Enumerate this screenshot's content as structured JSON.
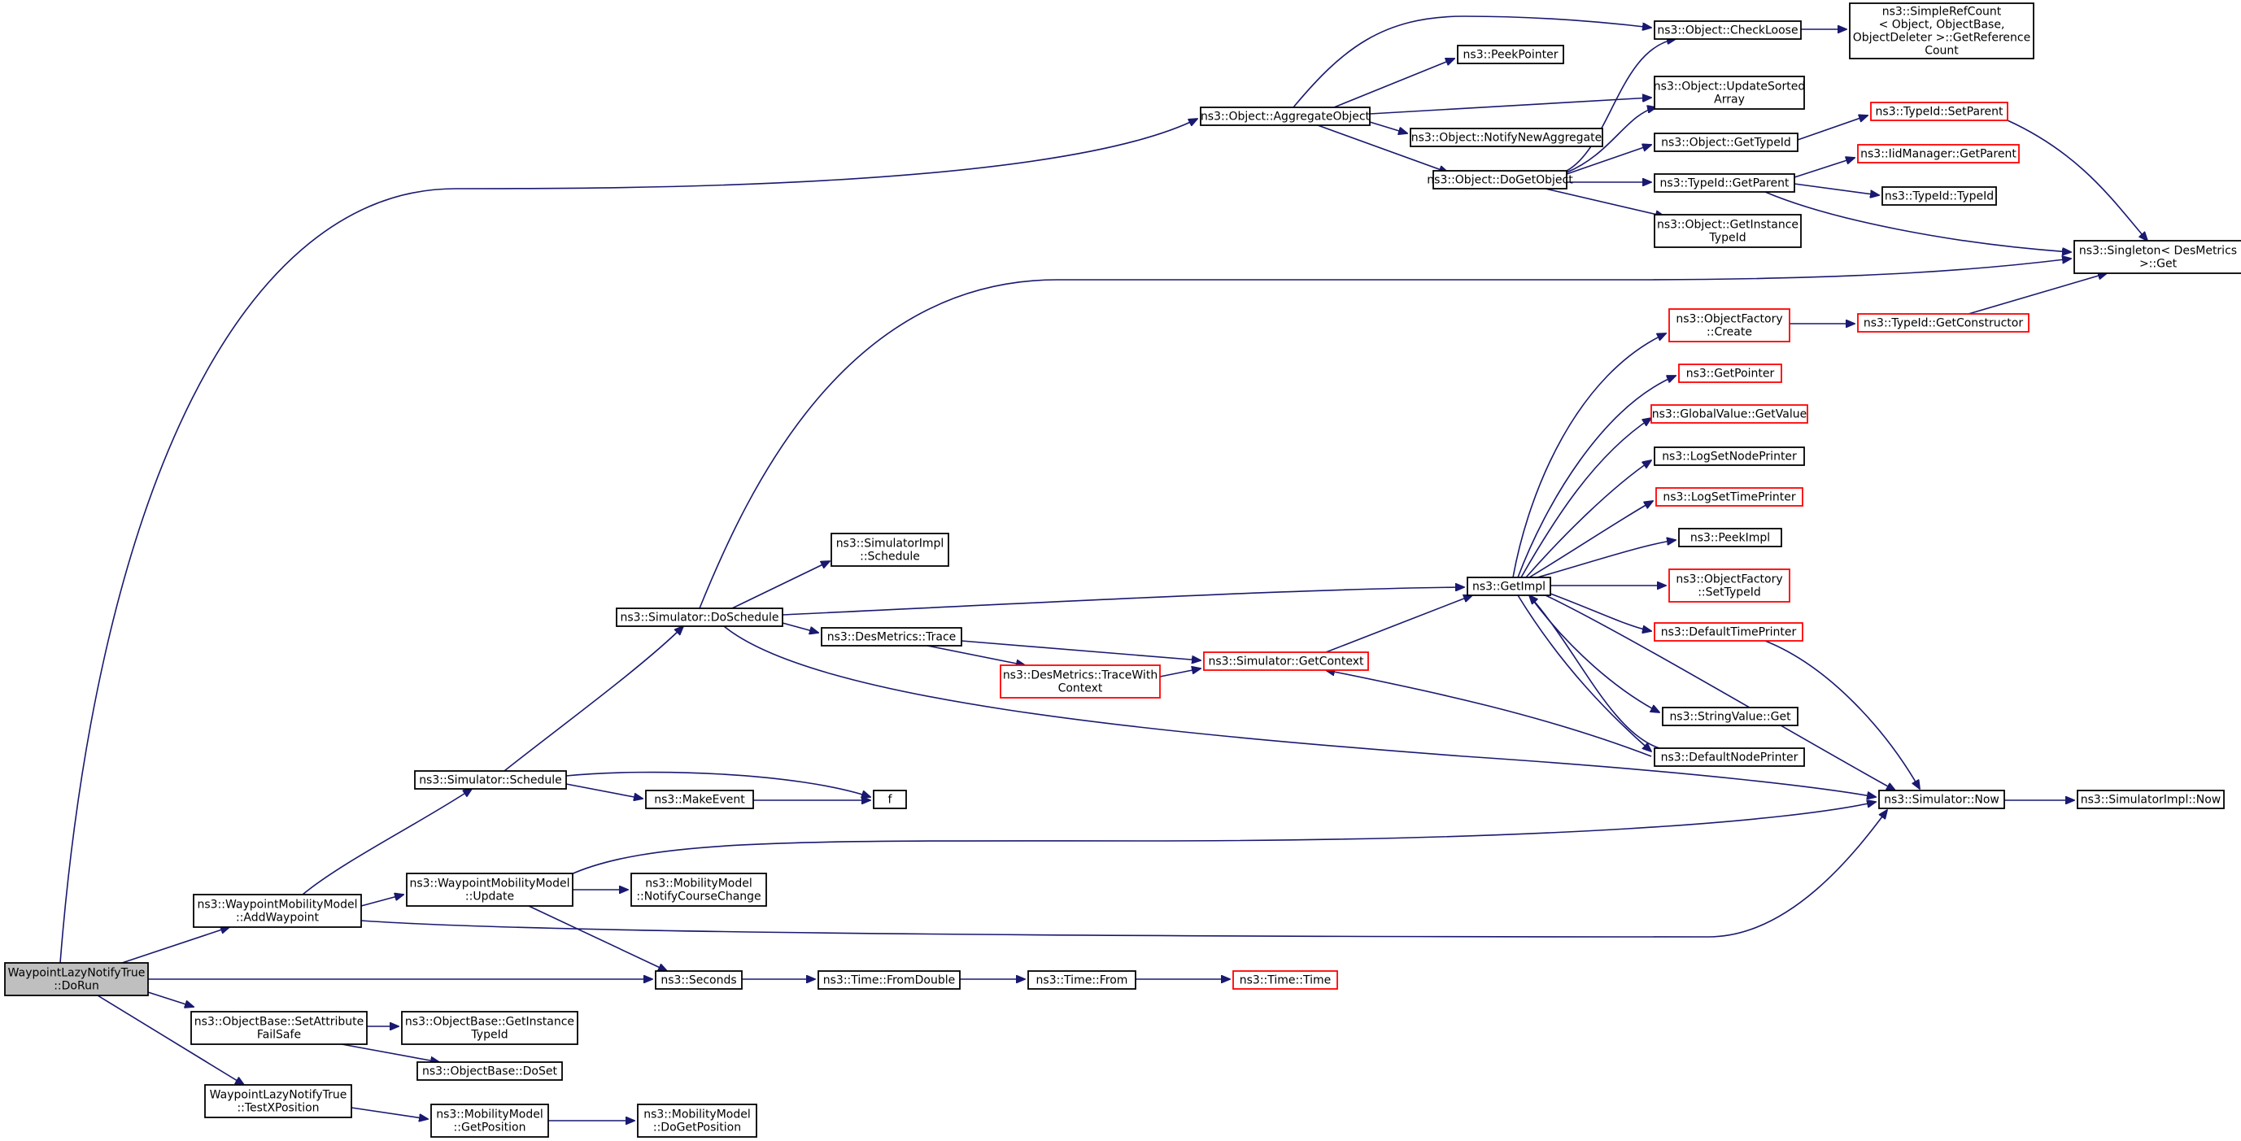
{
  "graph": {
    "type": "doxygen-call-graph",
    "root": "root",
    "colors": {
      "edge": "#191970",
      "normal_border": "#000000",
      "truncated_border": "#ff0000",
      "root_fill": "#bfbfbf"
    },
    "nodes": [
      {
        "id": "root",
        "name": "function-doruN",
        "lines": [
          "WaypointLazyNotifyTrue",
          "::DoRun"
        ],
        "style": "root"
      },
      {
        "id": "addWaypoint",
        "lines": [
          "ns3::WaypointMobilityModel",
          "::AddWaypoint"
        ],
        "style": "normal"
      },
      {
        "id": "setAttrFailSafe",
        "lines": [
          "ns3::ObjectBase::SetAttribute",
          "FailSafe"
        ],
        "style": "normal"
      },
      {
        "id": "testXPosition",
        "lines": [
          "WaypointLazyNotifyTrue",
          "::TestXPosition"
        ],
        "style": "normal"
      },
      {
        "id": "seconds",
        "lines": [
          "ns3::Seconds"
        ],
        "style": "normal"
      },
      {
        "id": "aggregateObject",
        "lines": [
          "ns3::Object::AggregateObject"
        ],
        "style": "normal"
      },
      {
        "id": "simSchedule",
        "lines": [
          "ns3::Simulator::Schedule"
        ],
        "style": "normal"
      },
      {
        "id": "wmmUpdate",
        "lines": [
          "ns3::WaypointMobilityModel",
          "::Update"
        ],
        "style": "normal"
      },
      {
        "id": "simNow",
        "lines": [
          "ns3::Simulator::Now"
        ],
        "style": "normal"
      },
      {
        "id": "objBaseGetInstanceTypeId",
        "lines": [
          "ns3::ObjectBase::GetInstance",
          "TypeId"
        ],
        "style": "normal"
      },
      {
        "id": "objBaseDoSet",
        "lines": [
          "ns3::ObjectBase::DoSet"
        ],
        "style": "normal"
      },
      {
        "id": "mmGetPosition",
        "lines": [
          "ns3::MobilityModel",
          "::GetPosition"
        ],
        "style": "normal"
      },
      {
        "id": "mmDoGetPosition",
        "lines": [
          "ns3::MobilityModel",
          "::DoGetPosition"
        ],
        "style": "normal"
      },
      {
        "id": "timeFromDouble",
        "lines": [
          "ns3::Time::FromDouble"
        ],
        "style": "normal"
      },
      {
        "id": "timeFrom",
        "lines": [
          "ns3::Time::From"
        ],
        "style": "normal"
      },
      {
        "id": "timeTime",
        "lines": [
          "ns3::Time::Time"
        ],
        "style": "truncated"
      },
      {
        "id": "mmNotifyCourseChange",
        "lines": [
          "ns3::MobilityModel",
          "::NotifyCourseChange"
        ],
        "style": "normal"
      },
      {
        "id": "simDoSchedule",
        "lines": [
          "ns3::Simulator::DoSchedule"
        ],
        "style": "normal"
      },
      {
        "id": "makeEvent",
        "lines": [
          "ns3::MakeEvent"
        ],
        "style": "normal"
      },
      {
        "id": "f",
        "lines": [
          "f"
        ],
        "style": "normal"
      },
      {
        "id": "simImplSchedule",
        "lines": [
          "ns3::SimulatorImpl",
          "::Schedule"
        ],
        "style": "normal"
      },
      {
        "id": "desMetricsTrace",
        "lines": [
          "ns3::DesMetrics::Trace"
        ],
        "style": "normal"
      },
      {
        "id": "desMetricsTraceWithContext",
        "lines": [
          "ns3::DesMetrics::TraceWith",
          "Context"
        ],
        "style": "truncated"
      },
      {
        "id": "simGetContext",
        "lines": [
          "ns3::Simulator::GetContext"
        ],
        "style": "truncated"
      },
      {
        "id": "getImpl",
        "lines": [
          "ns3::GetImpl"
        ],
        "style": "normal"
      },
      {
        "id": "singletonGet",
        "lines": [
          "ns3::Singleton< DesMetrics",
          " >::Get"
        ],
        "style": "normal"
      },
      {
        "id": "simImplNow",
        "lines": [
          "ns3::SimulatorImpl::Now"
        ],
        "style": "normal"
      },
      {
        "id": "objCheckLoose",
        "lines": [
          "ns3::Object::CheckLoose"
        ],
        "style": "normal"
      },
      {
        "id": "peekPointer",
        "lines": [
          "ns3::PeekPointer"
        ],
        "style": "normal"
      },
      {
        "id": "objUpdateSortedArray",
        "lines": [
          "ns3::Object::UpdateSorted",
          "Array"
        ],
        "style": "normal"
      },
      {
        "id": "objNotifyNewAggregate",
        "lines": [
          "ns3::Object::NotifyNewAggregate"
        ],
        "style": "normal"
      },
      {
        "id": "objDoGetObject",
        "lines": [
          "ns3::Object::DoGetObject"
        ],
        "style": "normal"
      },
      {
        "id": "simpleRefCount",
        "lines": [
          "ns3::SimpleRefCount",
          "< Object, ObjectBase,",
          "ObjectDeleter >::GetReference",
          "Count"
        ],
        "style": "normal"
      },
      {
        "id": "objGetTypeId",
        "lines": [
          "ns3::Object::GetTypeId"
        ],
        "style": "normal"
      },
      {
        "id": "typeIdGetParent",
        "lines": [
          "ns3::TypeId::GetParent"
        ],
        "style": "normal"
      },
      {
        "id": "objGetInstanceTypeId",
        "lines": [
          "ns3::Object::GetInstance",
          "TypeId"
        ],
        "style": "normal"
      },
      {
        "id": "typeIdSetParent",
        "lines": [
          "ns3::TypeId::SetParent"
        ],
        "style": "truncated"
      },
      {
        "id": "iidGetParent",
        "lines": [
          "ns3::IidManager::GetParent"
        ],
        "style": "truncated"
      },
      {
        "id": "typeIdTypeId",
        "lines": [
          "ns3::TypeId::TypeId"
        ],
        "style": "normal"
      },
      {
        "id": "objFactoryCreate",
        "lines": [
          "ns3::ObjectFactory",
          "::Create"
        ],
        "style": "truncated"
      },
      {
        "id": "typeIdGetConstructor",
        "lines": [
          "ns3::TypeId::GetConstructor"
        ],
        "style": "truncated"
      },
      {
        "id": "getPointer",
        "lines": [
          "ns3::GetPointer"
        ],
        "style": "truncated"
      },
      {
        "id": "globalValueGetValue",
        "lines": [
          "ns3::GlobalValue::GetValue"
        ],
        "style": "truncated"
      },
      {
        "id": "logSetNodePrinter",
        "lines": [
          "ns3::LogSetNodePrinter"
        ],
        "style": "normal"
      },
      {
        "id": "logSetTimePrinter",
        "lines": [
          "ns3::LogSetTimePrinter"
        ],
        "style": "truncated"
      },
      {
        "id": "peekImpl",
        "lines": [
          "ns3::PeekImpl"
        ],
        "style": "normal"
      },
      {
        "id": "objFactorySetTypeId",
        "lines": [
          "ns3::ObjectFactory",
          "::SetTypeId"
        ],
        "style": "truncated"
      },
      {
        "id": "defaultTimePrinter",
        "lines": [
          "ns3::DefaultTimePrinter"
        ],
        "style": "truncated"
      },
      {
        "id": "stringValueGet",
        "lines": [
          "ns3::StringValue::Get"
        ],
        "style": "normal"
      },
      {
        "id": "defaultNodePrinter",
        "lines": [
          "ns3::DefaultNodePrinter"
        ],
        "style": "normal"
      }
    ]
  }
}
